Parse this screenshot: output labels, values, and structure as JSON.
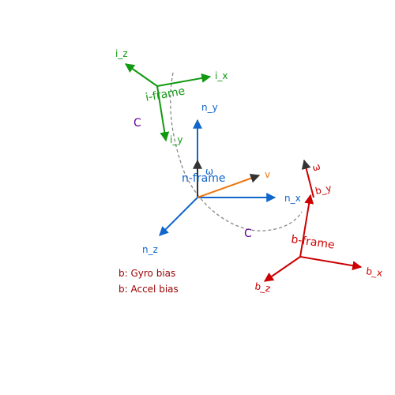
{
  "colors": {
    "i_frame": "#119911",
    "n_frame": "#1166cc",
    "b_frame": "#cc0000",
    "velocity": "#ee7711",
    "omega_arrow": "#333333",
    "c_label": "#660099",
    "dashed_path": "#888888",
    "legend_text": "#990000"
  },
  "i_frame": {
    "label": "i-frame",
    "axes": {
      "x": "i_x",
      "y": "i_y",
      "z": "i_z"
    }
  },
  "n_frame": {
    "label": "n-frame",
    "axes": {
      "x": "n_x",
      "y": "n_y",
      "z": "n_z"
    },
    "velocity_label": "v",
    "omega_label": "ω"
  },
  "b_frame": {
    "label": "b-frame",
    "axes": {
      "x": "b_x",
      "y": "b_y",
      "z": "b_z"
    },
    "omega_label": "ω"
  },
  "transform_labels": {
    "c1": "C",
    "c2": "C"
  },
  "legend": {
    "gyro_bias": "b: Gyro bias",
    "accel_bias": "b: Accel bias"
  }
}
